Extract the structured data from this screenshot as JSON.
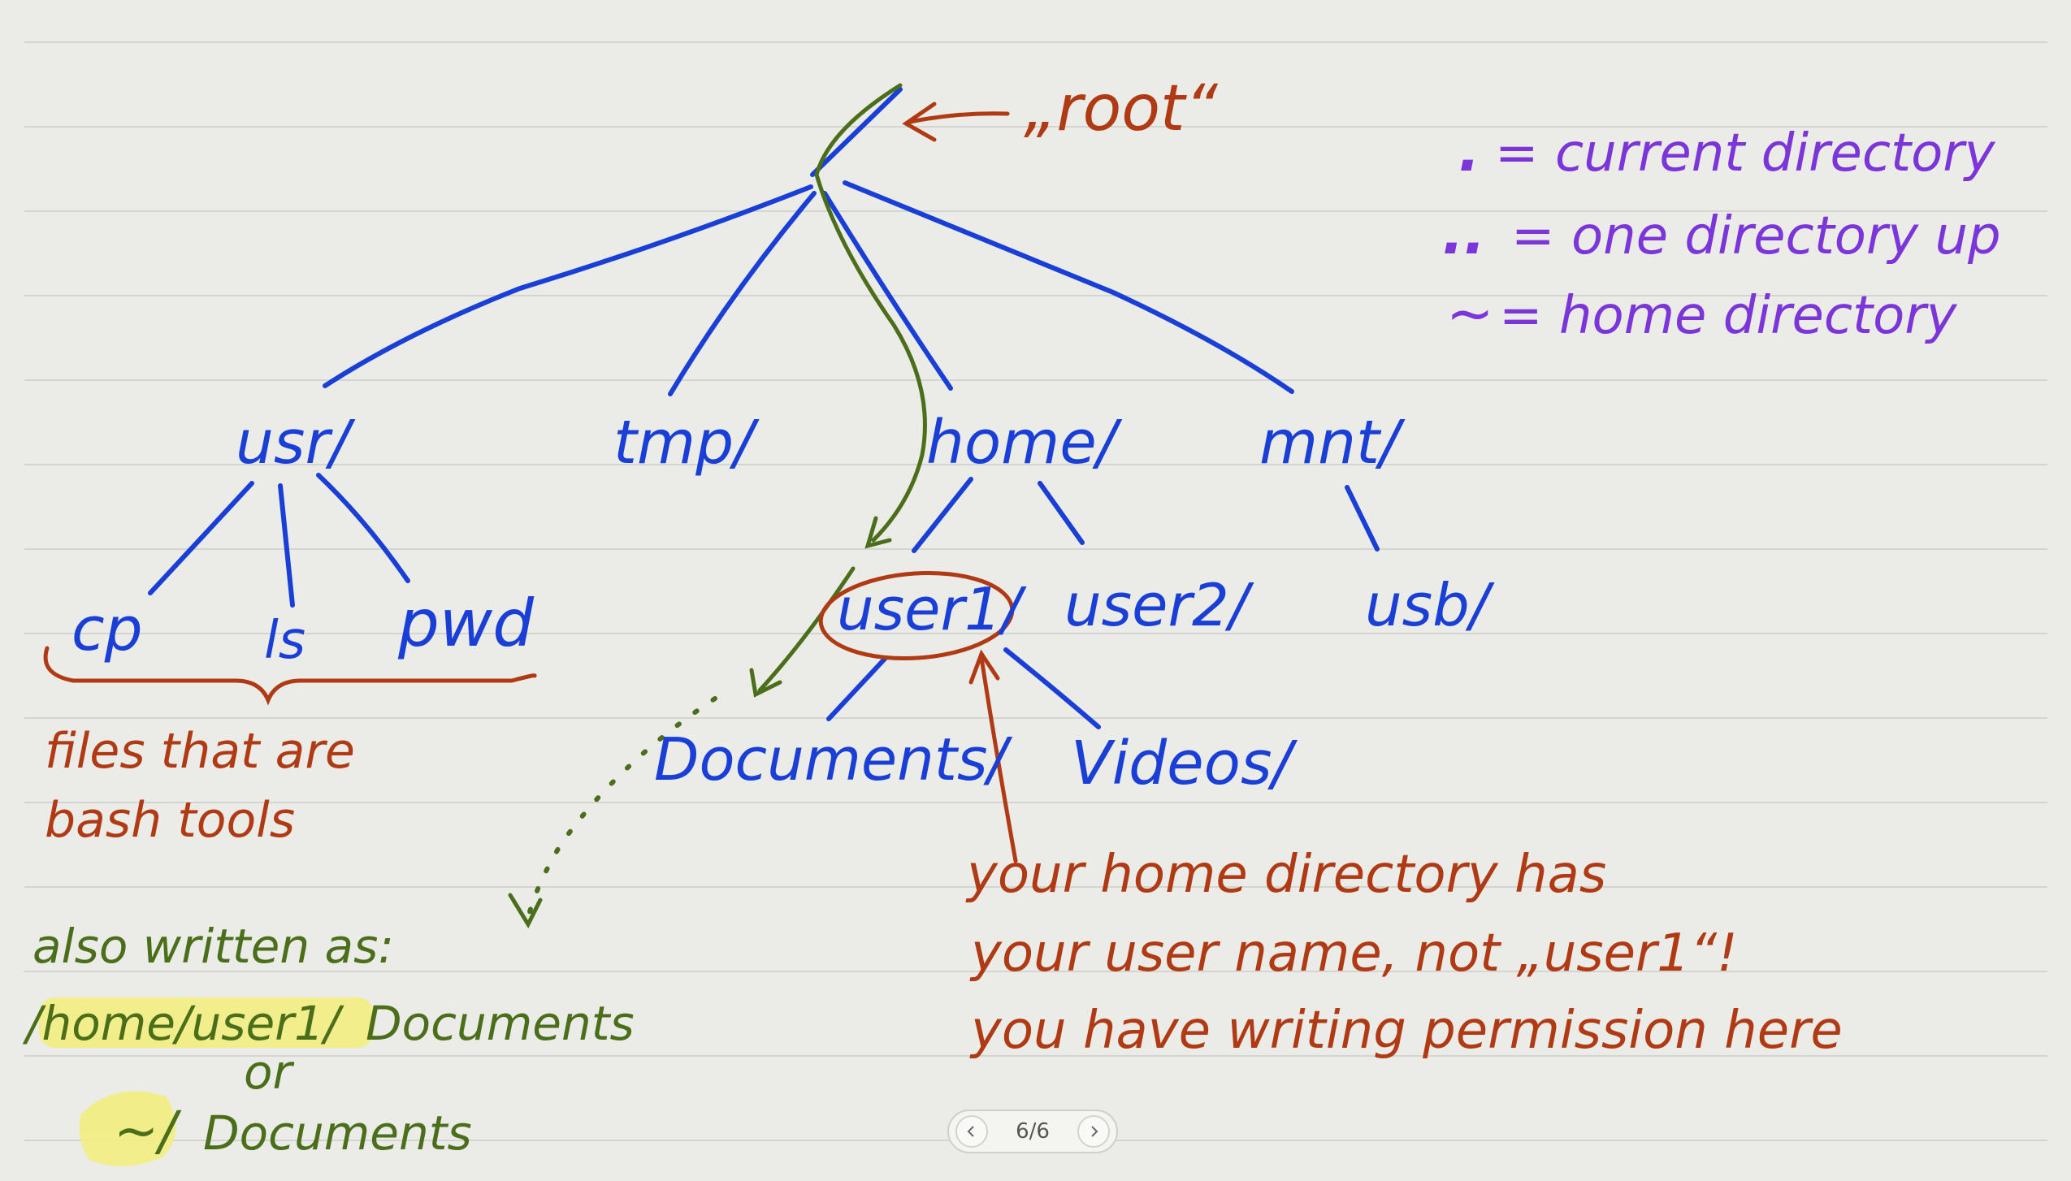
{
  "colors": {
    "background": "#ebebe7",
    "rule_line": "#d4d4d0",
    "tree_blue": "#1a3fd6",
    "annotation_red": "#b03a14",
    "path_green": "#4a6e1a",
    "legend_purple": "#7b35d8",
    "highlight_yellow": "#f3ef7a"
  },
  "tree": {
    "root_label": "„root“",
    "nodes": {
      "usr": "usr/",
      "tmp": "tmp/",
      "home": "home/",
      "mnt": "mnt/",
      "cp": "cp",
      "ls": "ls",
      "pwd": "pwd",
      "user1": "user1/",
      "user2": "user2/",
      "usb": "usb/",
      "documents": "Documents/",
      "videos": "Videos/"
    }
  },
  "legend": [
    {
      "symbol": ".",
      "text": "= current directory"
    },
    {
      "symbol": "..",
      "text": "= one directory up"
    },
    {
      "symbol": "~",
      "text": "= home directory"
    }
  ],
  "notes": {
    "bash_tools": [
      "files that are",
      "bash tools"
    ],
    "home_dir": [
      "your home directory has",
      "your user name, not „user1“!",
      "you have writing permission here"
    ],
    "also_written": {
      "line1": "also written as:",
      "path_highlight": "/home/user1/",
      "path_rest": "Documents",
      "or": "or",
      "tilde_highlight": "~/",
      "tilde_rest": "Documents"
    }
  },
  "pager": {
    "label": "6/6",
    "prev_icon": "chevron-left-icon",
    "next_icon": "chevron-right-icon"
  }
}
